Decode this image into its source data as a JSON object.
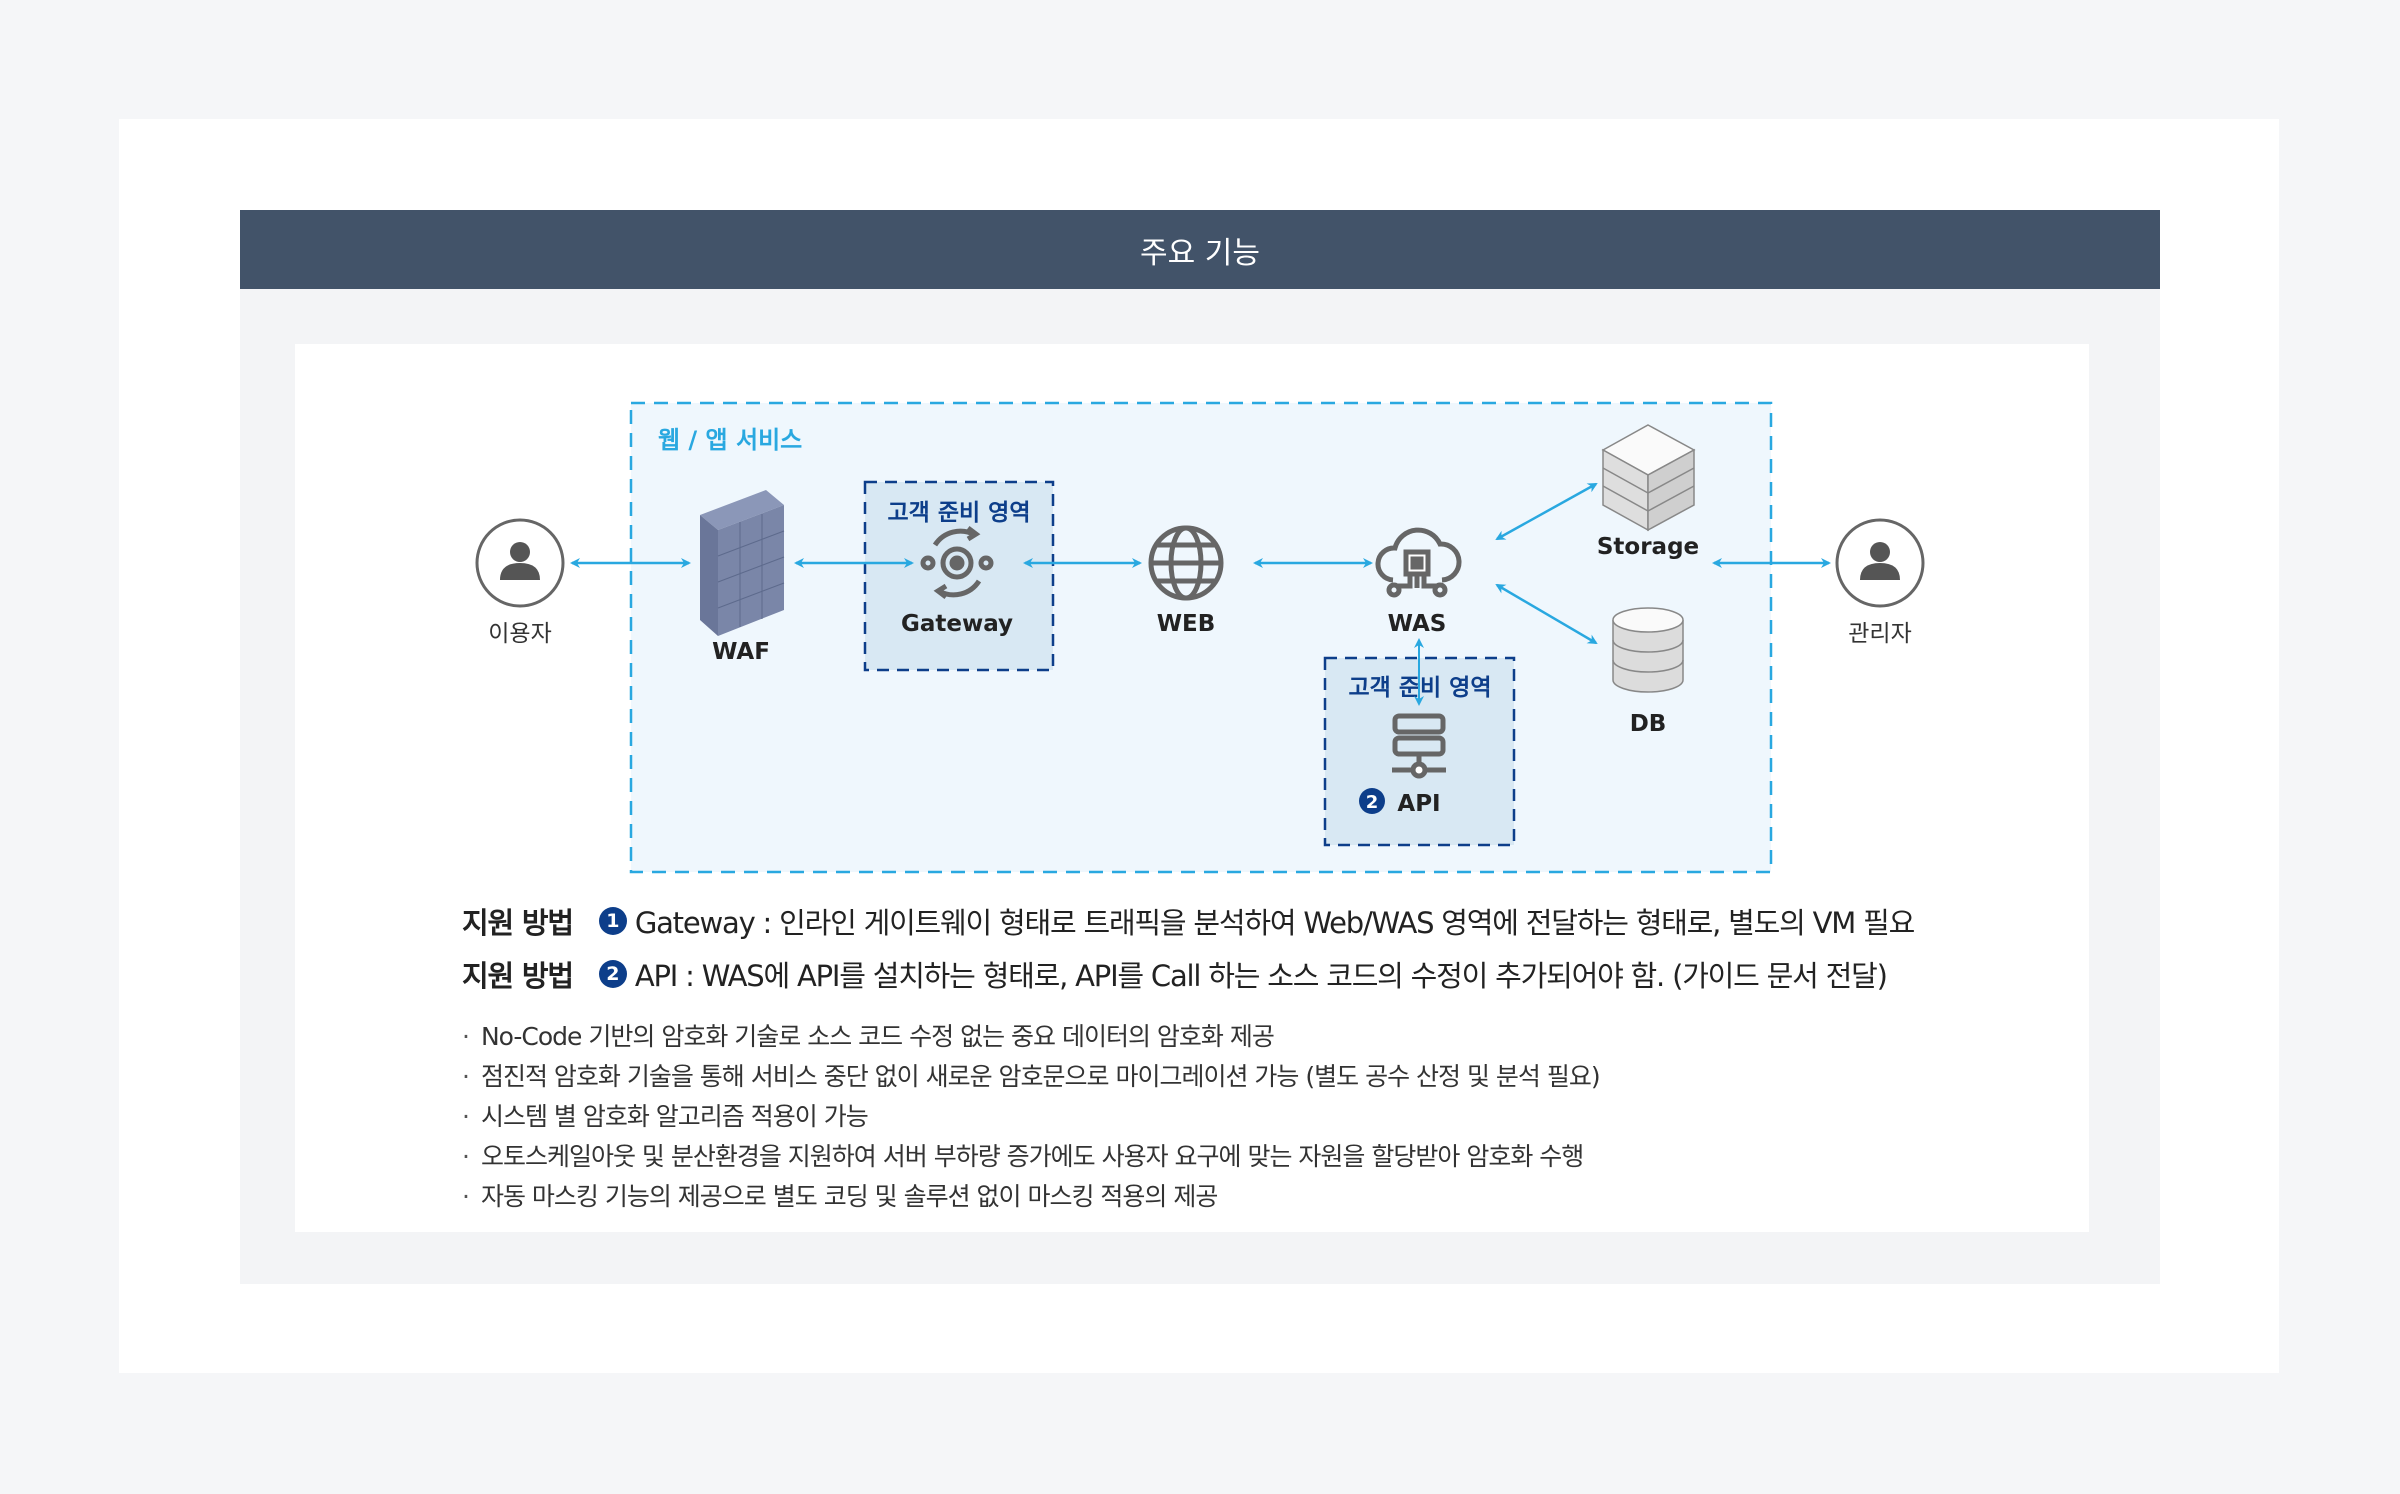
{
  "header": {
    "title": "주요 기능"
  },
  "diagram": {
    "zone_label": "웹 / 앱 서비스",
    "user_label": "이용자",
    "admin_label": "관리자",
    "waf_label": "WAF",
    "gateway_zone_label": "고객 준비 영역",
    "gateway_label": "Gateway",
    "web_label": "WEB",
    "was_label": "WAS",
    "api_zone_label": "고객 준비 영역",
    "api_number": "2",
    "api_label": "API",
    "storage_label": "Storage",
    "db_label": "DB",
    "colors": {
      "accent": "#29a8e0",
      "navy": "#0d3e8a",
      "header": "#425369",
      "zone_fill": "#eff7fd",
      "customer_fill": "#d8e8f3"
    }
  },
  "methods": [
    {
      "label": "지원 방법",
      "number": "1",
      "text": "Gateway : 인라인 게이트웨이 형태로 트래픽을 분석하여 Web/WAS 영역에 전달하는 형태로, 별도의 VM 필요"
    },
    {
      "label": "지원 방법",
      "number": "2",
      "text": "API : WAS에 API를 설치하는 형태로, API를 Call 하는 소스 코드의 수정이 추가되어야 함. (가이드 문서 전달)"
    }
  ],
  "features": [
    "No-Code 기반의 암호화 기술로 소스 코드 수정 없는 중요 데이터의 암호화 제공",
    "점진적 암호화 기술을 통해 서비스 중단 없이 새로운 암호문으로 마이그레이션 가능 (별도 공수 산정 및 분석 필요)",
    "시스템 별 암호화 알고리즘 적용이 가능",
    "오토스케일아웃 및 분산환경을 지원하여 서버 부하량 증가에도 사용자 요구에 맞는 자원을 할당받아 암호화 수행",
    "자동 마스킹 기능의 제공으로 별도 코딩 및 솔루션 없이 마스킹 적용의 제공"
  ]
}
